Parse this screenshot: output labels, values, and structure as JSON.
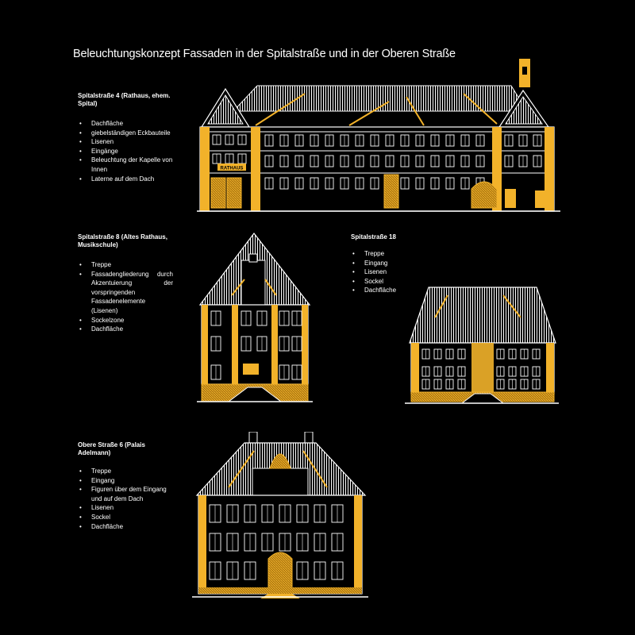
{
  "title": "Beleuchtungskonzept Fassaden in der Spitalstraße und in der Oberen Straße",
  "buildings": [
    {
      "heading": "Spitalstraße 4 (Rathaus, ehem. Spital)",
      "items": [
        "Dachfläche",
        "giebelständigen Eckbauteile",
        "Lisenen",
        "Eingänge",
        "Beleuchtung der Kapelle von Innen",
        "Laterne auf dem Dach"
      ],
      "sign": "RATHAUS"
    },
    {
      "heading": "Spitalstraße 8 (Altes Rathaus, Musikschule)",
      "items": [
        "Treppe",
        "Fassadengliederung durch Akzentuierung der vorspringenden Fassadenelemente (Lisenen)",
        "Sockelzone",
        "Dachfläche"
      ]
    },
    {
      "heading": "Spitalstraße 18",
      "items": [
        "Treppe",
        "Eingang",
        "Lisenen",
        "Sockel",
        "Dachfläche"
      ]
    },
    {
      "heading": "Obere Straße 6 (Palais Adelmann)",
      "items": [
        "Treppe",
        "Eingang",
        "Figuren über dem Eingang und auf dem Dach",
        "Lisenen",
        "Sockel",
        "Dachfläche"
      ]
    }
  ],
  "colors": {
    "background": "#000000",
    "line": "#ffffff",
    "highlight": "#f2b22a"
  }
}
